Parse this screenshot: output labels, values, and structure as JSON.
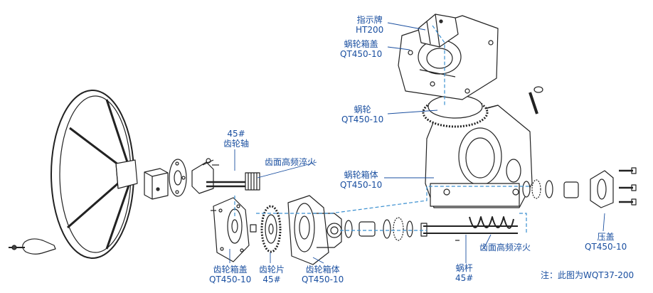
{
  "labels": {
    "indicator_plate": {
      "name": "指示牌",
      "code": "HT200"
    },
    "worm_gear_cover": {
      "name": "蜗轮箱盖",
      "code": "QT450-10"
    },
    "worm_gear": {
      "name": "蜗轮",
      "code": "QT450-10"
    },
    "gear_shaft": {
      "name": "45#",
      "code": "齿轮轴"
    },
    "induction_hardening_top": {
      "name": "齿面高频淬火"
    },
    "worm_gear_housing": {
      "name": "蜗轮箱体",
      "code": "QT450-10"
    },
    "gland": {
      "name": "压盖",
      "code": "QT450-10"
    },
    "gear_box_cover": {
      "name": "齿轮箱盖",
      "code": "QT450-10"
    },
    "gear_plate": {
      "name": "齿轮片",
      "code": "45#"
    },
    "gear_box_housing": {
      "name": "齿轮箱体",
      "code": "QT450-10"
    },
    "worm": {
      "name": "蜗杆",
      "code": "45#"
    },
    "induction_hardening_bottom": {
      "name": "齿面高频淬火"
    }
  },
  "note": "注：此图为WQT37-200",
  "colors": {
    "label": "#1a4fa0",
    "leader": "#1a4fa0",
    "dashed": "#3a8fd0",
    "drawing": "#222222"
  }
}
